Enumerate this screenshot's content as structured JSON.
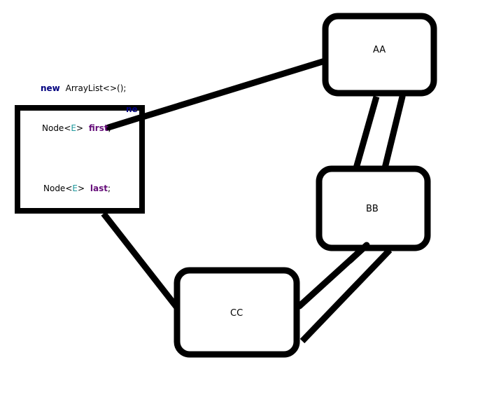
{
  "code": {
    "constructor": {
      "kw": "new",
      "rest": "ArrayList<>();"
    },
    "fragment": "ne",
    "first": {
      "type": "Node",
      "lt": "<",
      "param": "E",
      "gt": ">",
      "name": "first",
      "semi": ";"
    },
    "last": {
      "type": "Node",
      "lt": "<",
      "param": "E",
      "gt": ">",
      "name": "last",
      "semi": ";"
    }
  },
  "nodes": [
    {
      "id": "AA",
      "label": "AA"
    },
    {
      "id": "BB",
      "label": "BB"
    },
    {
      "id": "CC",
      "label": "CC"
    }
  ],
  "colors": {
    "stroke": "#000000",
    "keyword_new": "#00007f",
    "keyword_field": "#660e7a",
    "type_param": "#20999d"
  }
}
